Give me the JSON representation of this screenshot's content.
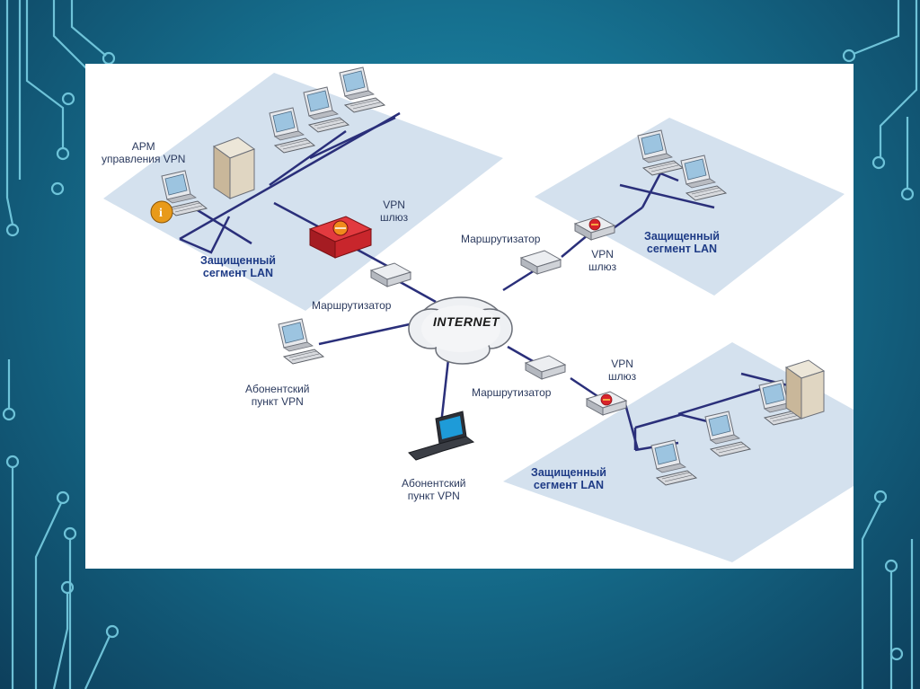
{
  "diagram": {
    "internet_label": "INTERNET",
    "labels": {
      "arm_vpn": "АРМ\nуправления VPN",
      "vpn_gateway_top": "VPN\nшлюз",
      "lan_top_left": "Защищенный\nсегмент LAN",
      "router_left": "Маршрутизатор",
      "router_top_right": "Маршрутизатор",
      "vpn_gateway_right": "VPN\nшлюз",
      "lan_top_right": "Защищенный\nсегмент LAN",
      "subscriber_left": "Абонентский\nпункт VPN",
      "subscriber_bottom": "Абонентский\nпункт VPN",
      "router_bottom_right": "Маршрутизатор",
      "vpn_gateway_bottom": "VPN\nшлюз",
      "lan_bottom_right": "Защищенный\nсегмент LAN"
    },
    "colors": {
      "lan_zone": "#d4e1ee",
      "link": "#2a2f7a",
      "gateway_red": "#d8232a",
      "monitor_screen": "#9cc4e0"
    }
  }
}
